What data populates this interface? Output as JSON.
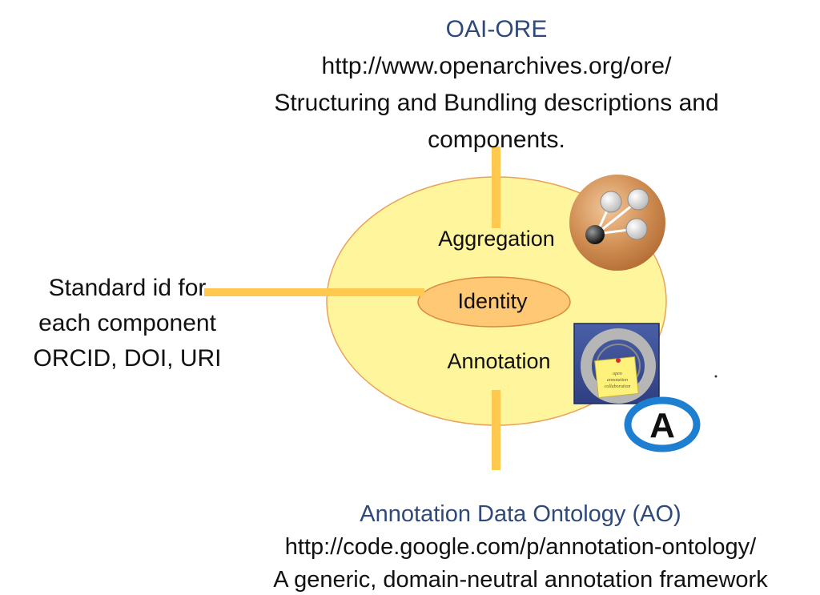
{
  "top": {
    "title": "OAI-ORE",
    "url": "http://www.openarchives.org/ore/",
    "desc_line1": "Structuring and Bundling descriptions and",
    "desc_line2": "components."
  },
  "left": {
    "line1": "Standard id for",
    "line2": "each component",
    "line3": "ORCID, DOI, URI"
  },
  "diagram": {
    "aggregation": "Aggregation",
    "identity": "Identity",
    "annotation": "Annotation",
    "logo_small_text": [
      "open",
      "annotation",
      "collaboration"
    ],
    "badge_letter": "A"
  },
  "bottom": {
    "title": "Annotation Data Ontology (AO)",
    "url": "http://code.google.com/p/annotation-ontology/",
    "desc": "A generic, domain-neutral annotation framework"
  },
  "colors": {
    "ellipse_fill": "#fff59d",
    "ellipse_stroke": "#e8a25a",
    "identity_fill": "#ffc875",
    "connector": "#ffc94f",
    "heading_blue": "#2f4a7a",
    "badge_blue": "#1e7fd1"
  }
}
